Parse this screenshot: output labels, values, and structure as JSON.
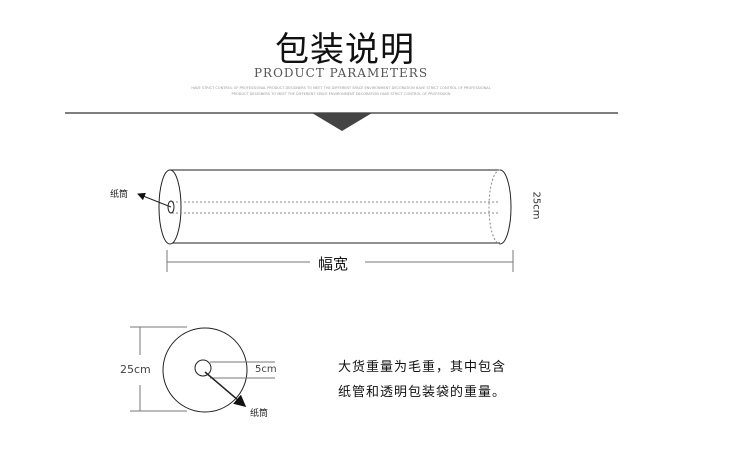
{
  "header": {
    "title": "包装说明",
    "subtitle": "PRODUCT PARAMETERS",
    "tagline_1": "HAVE STRICT CONTROL OF PROFESSIONAL PRODUCT DESIGNERS TO MEET THE DIFFERENT SPACE ENVIRONMENT DECORATION HAVE STRICT CONTROL OF PROFESSIONAL",
    "tagline_2": "PRODUCT DESIGNERS TO MEET THE DIFFERENT SPACE ENVIRONMENT DECORATION HAVE STRICT CONTROL OF PROFESSION"
  },
  "side_view": {
    "core_label": "纸筒",
    "diameter_label": "25cm",
    "width_label": "幅宽"
  },
  "end_view": {
    "diameter_label": "25cm",
    "core_label": "5cm",
    "tube_label": "纸筒"
  },
  "note": {
    "line1": "大货重量为毛重，其中包含",
    "line2": "纸管和透明包装袋的重量。"
  }
}
